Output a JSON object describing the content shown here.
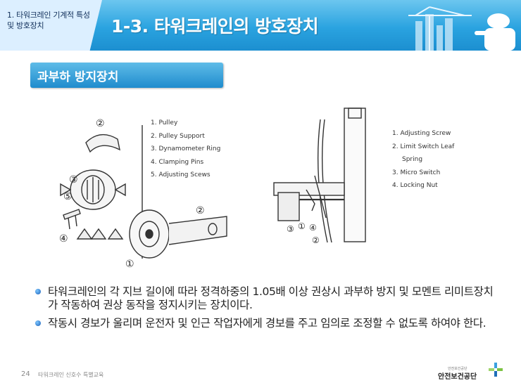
{
  "header": {
    "chapter": "1. 타워크레인 기계적 특성 및 방호장치",
    "title": "1-3. 타워크레인의 방호장치"
  },
  "section": {
    "label": "과부하 방지장치"
  },
  "figure_left": {
    "legend": [
      "1. Pulley",
      "2. Pulley Support",
      "3. Dynamometer Ring",
      "4. Clamping Pins",
      "5. Adjusting Scews"
    ],
    "callouts": [
      "①",
      "②",
      "③",
      "④",
      "⑤",
      "②"
    ]
  },
  "figure_right": {
    "legend": [
      "1. Adjusting Screw",
      "2. Limit Switch Leaf",
      "Spring",
      "3. Micro Switch",
      "4. Locking Nut"
    ],
    "callouts": [
      "③",
      "①",
      "④",
      "②"
    ]
  },
  "bullets": [
    "타워크레인의 각 지브 길이에 따라 정격하중의 1.05배 이상 권상시 과부하 방지 및 모멘트 리미트장치가 작동하여 권상 동작을 정지시키는 장치이다.",
    "작동시 경보가 울리며 운전자 및 인근 작업자에게 경보를 주고 임의로 조정할 수 없도록 하여야 한다."
  ],
  "footer": {
    "page": "24",
    "course": "타워크레인 신호수 특별교육",
    "org_small": "안전보건공단",
    "org": "안전보건공단"
  },
  "colors": {
    "header_blue": "#2aa3e0",
    "section_blue": "#1f8ccd",
    "bullet_blue": "#1a5fb8"
  }
}
